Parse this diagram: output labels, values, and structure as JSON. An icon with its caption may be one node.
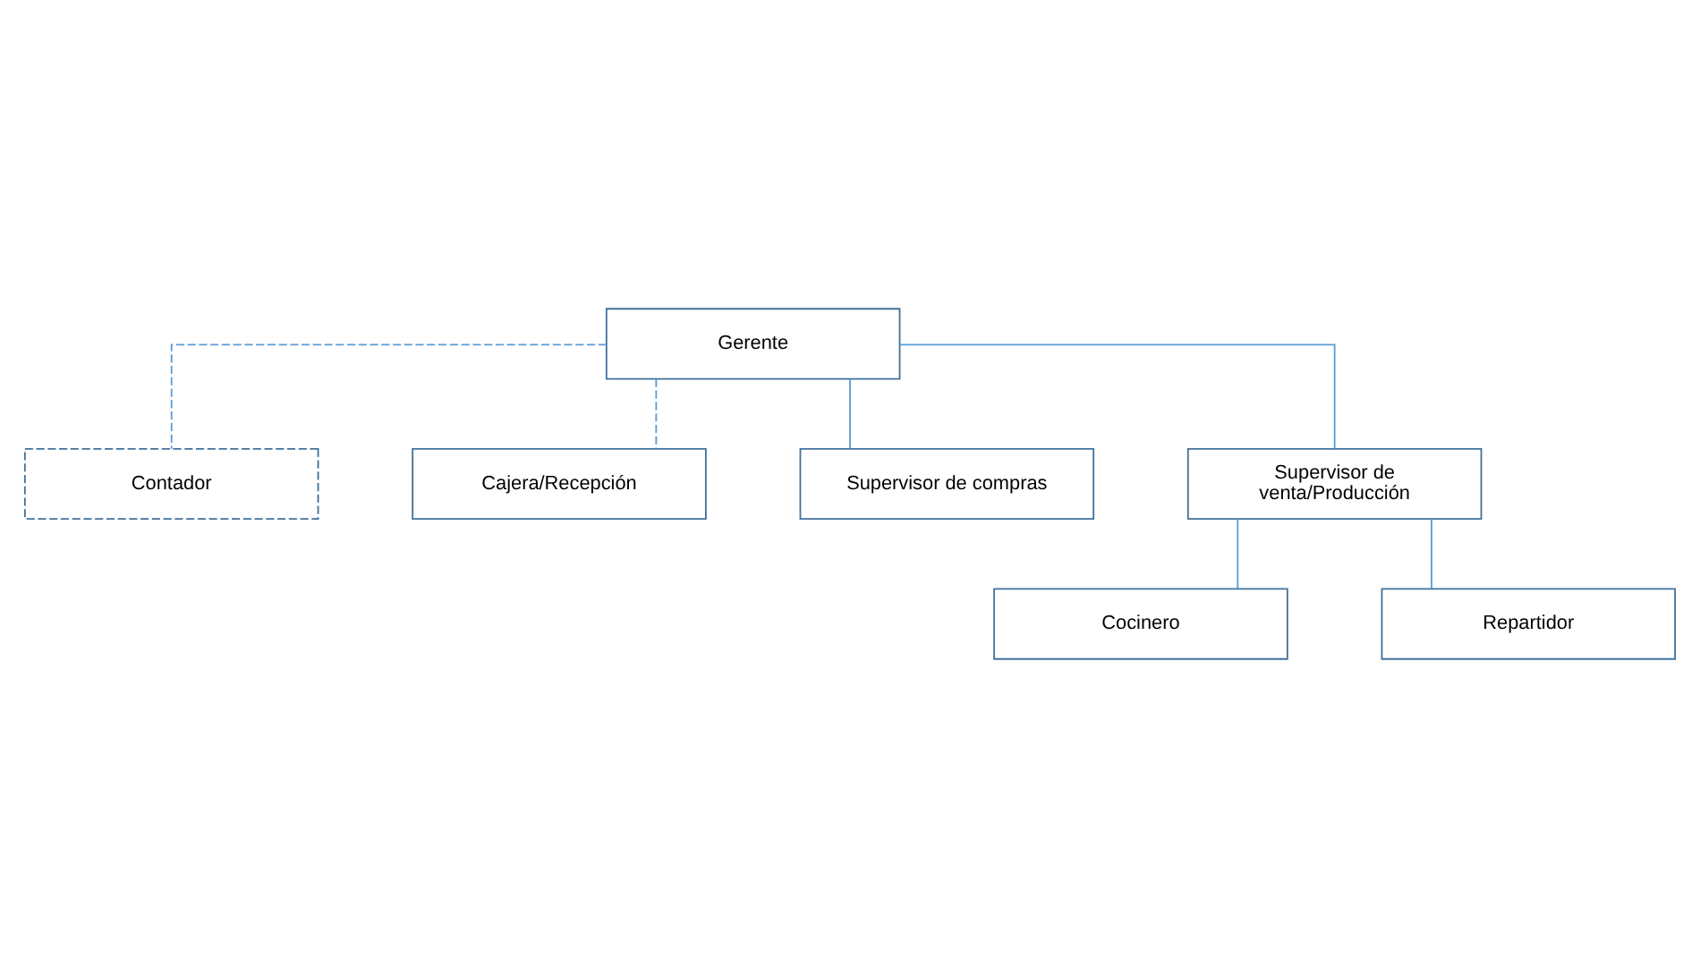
{
  "diagram": {
    "nodes": [
      {
        "text": [
          "Gerente"
        ]
      },
      {
        "text": [
          "Contador"
        ]
      },
      {
        "text": [
          "Cajera/Recepción"
        ]
      },
      {
        "text": [
          "Supervisor de compras"
        ]
      },
      {
        "text": [
          "Supervisor de venta/Producción"
        ]
      },
      {
        "text": [
          "Cocinero"
        ]
      },
      {
        "text": [
          "Repartidor"
        ]
      }
    ],
    "edges": [
      {
        "from": 0,
        "to": 1,
        "arrow": "none",
        "style": "dashed"
      },
      {
        "from": 0,
        "to": 2,
        "arrow": "none",
        "style": "dashed"
      },
      {
        "from": 0,
        "to": 3,
        "arrow": "none"
      },
      {
        "from": 0,
        "to": 4,
        "arrow": "none"
      },
      {
        "from": 4,
        "to": 5,
        "arrow": "none"
      },
      {
        "from": 4,
        "to": 6,
        "arrow": "none"
      }
    ]
  }
}
